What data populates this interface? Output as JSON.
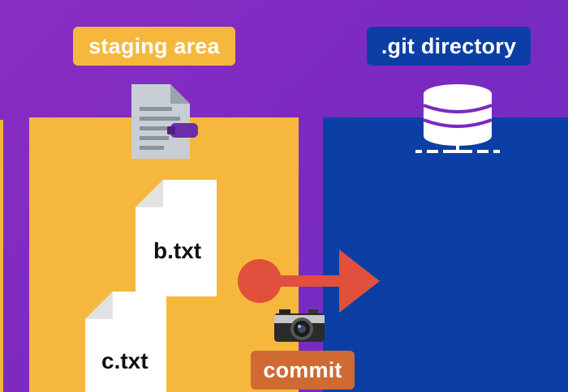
{
  "labels": {
    "staging": "staging area",
    "git_directory": ".git directory",
    "commit": "commit"
  },
  "files": [
    {
      "name": "b.txt"
    },
    {
      "name": "c.txt"
    }
  ],
  "icons": [
    "document-icon",
    "database-icon",
    "camera-icon",
    "commit-arrow-icon"
  ],
  "colors": {
    "background": "#7b2ac0",
    "staging": "#f6b83c",
    "git_directory": "#0b3fa6",
    "commit": "#cf6a33",
    "arrow": "#e0503c"
  }
}
